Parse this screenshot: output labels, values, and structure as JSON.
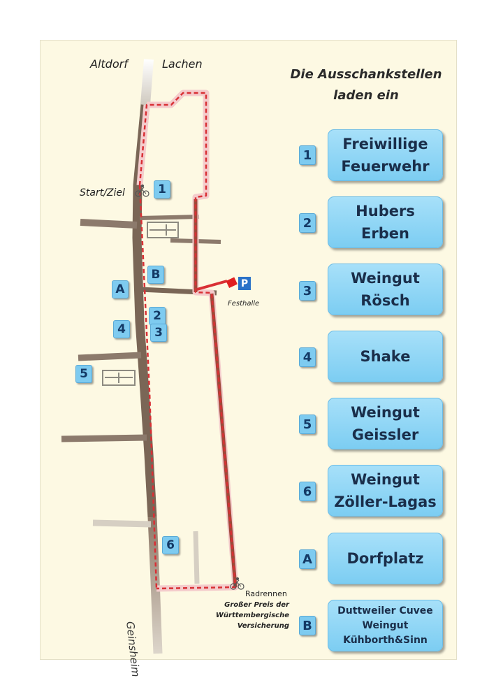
{
  "map": {
    "places": {
      "north_left": "Altdorf",
      "north_right": "Lachen",
      "south": "Geinsheim",
      "start": "Start/Ziel",
      "hall": "Festhalle",
      "race": "Radrennen",
      "race_desc": "Großer Preis der\nWürttembergische\nVersicherung",
      "parking": "P"
    },
    "markers": [
      "1",
      "2",
      "3",
      "4",
      "5",
      "6",
      "A",
      "B"
    ]
  },
  "legend": {
    "title": "Die Ausschankstellen\nladen ein",
    "items": [
      {
        "id": "1",
        "name": "Freiwillige\nFeuerwehr"
      },
      {
        "id": "2",
        "name": "Hubers\nErben"
      },
      {
        "id": "3",
        "name": "Weingut\nRösch"
      },
      {
        "id": "4",
        "name": "Shake"
      },
      {
        "id": "5",
        "name": "Weingut\nGeissler"
      },
      {
        "id": "6",
        "name": "Weingut\nZöller-Lagas"
      },
      {
        "id": "A",
        "name": "Dorfplatz"
      },
      {
        "id": "B",
        "name": "Duttweiler Cuvee\nWeingut\nKühborth&Sinn"
      }
    ]
  },
  "colors": {
    "background": "#fdf9e3",
    "main_road": "#7a6656",
    "route_dash": "#d93035",
    "route_band": "#f4cccc",
    "red_street": "#9e4a3a",
    "card_fill": "#8fd6f6",
    "card_border": "#6cbce6",
    "label_text": "#143a66"
  }
}
